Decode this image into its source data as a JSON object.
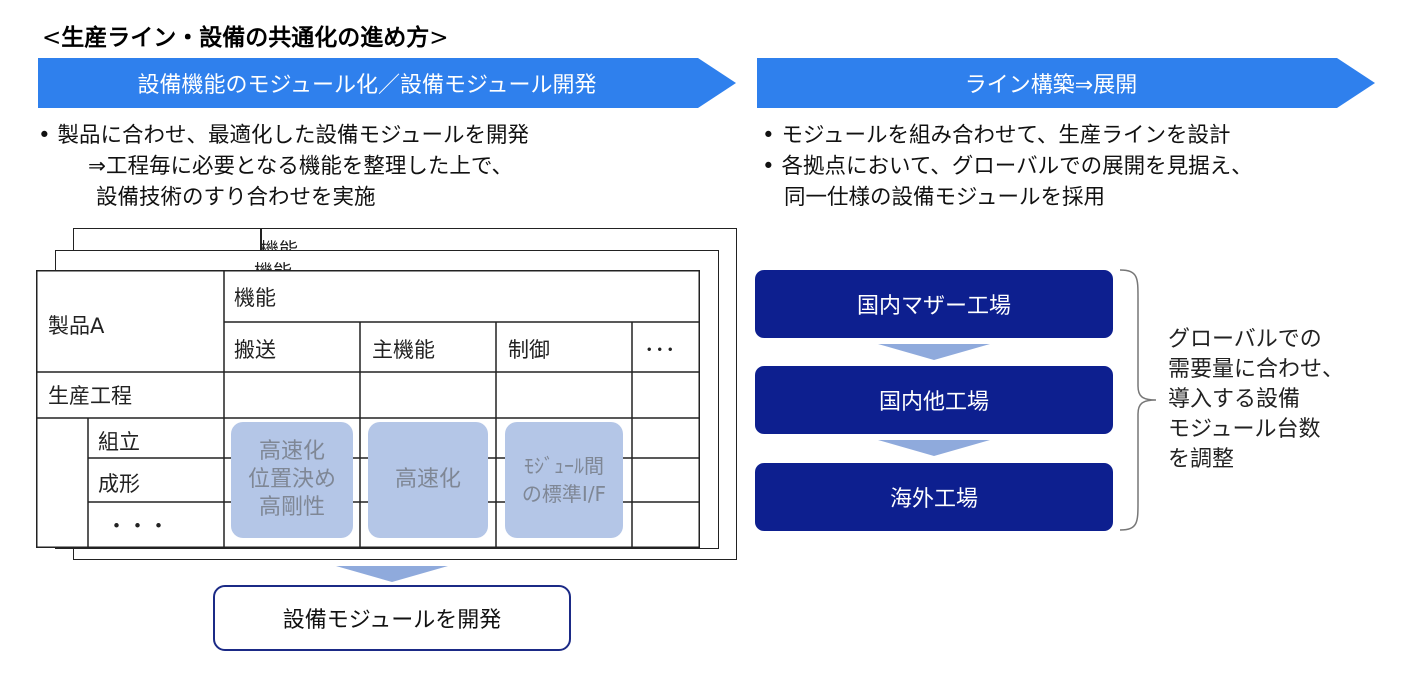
{
  "title": {
    "bracket_open": "<",
    "text": "生産ライン・設備の共通化の進め方",
    "bracket_close": ">"
  },
  "left_banner": {
    "label": "設備機能のモジュール化／設備モジュール開発"
  },
  "right_banner": {
    "label": "ライン構築⇒展開"
  },
  "left_bullets": {
    "line1": "• 製品に合わせ、最適化した設備モジュールを開発",
    "line2": "⇒工程毎に必要となる機能を整理した上で、",
    "line3": "設備技術のすり合わせを実施"
  },
  "right_bullets": {
    "line1": "• モジュールを組み合わせて、生産ラインを設計",
    "line2": "• 各拠点において、グローバルでの展開を見据え、",
    "line3": "同一仕様の設備モジュールを採用"
  },
  "table": {
    "back_label_1": "機能",
    "back_label_2": "機能",
    "product": "製品A",
    "function_header": "機能",
    "columns": [
      "搬送",
      "主機能",
      "制御",
      "･･･"
    ],
    "process_header": "生産工程",
    "processes": [
      "組立",
      "成形",
      "・・・"
    ],
    "highlight_1": "高速化\n位置決め\n高剛性",
    "highlight_2": "高速化",
    "highlight_3": "ﾓｼﾞｭｰﾙ間\nの標準I/F"
  },
  "develop_box": {
    "label": "設備モジュールを開発"
  },
  "deploy": {
    "step1": "国内マザー工場",
    "step2": "国内他工場",
    "step3": "海外工場",
    "note": "グローバルでの\n需要量に合わせ、\n導入する設備\nモジュール台数\nを調整"
  },
  "colors": {
    "banner": "#2f80ed",
    "deploy_box": "#0d1f8f",
    "highlight": "#b4c6e7",
    "arrow": "#8faadc"
  }
}
